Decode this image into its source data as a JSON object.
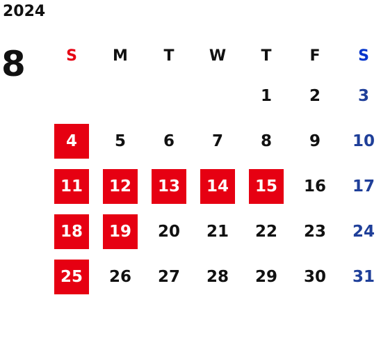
{
  "calendar": {
    "year": "2024",
    "month": "8",
    "weekdays": [
      "S",
      "M",
      "T",
      "W",
      "T",
      "F",
      "S"
    ],
    "weeks": [
      [
        "",
        "",
        "",
        "",
        "1",
        "2",
        "3"
      ],
      [
        "4",
        "5",
        "6",
        "7",
        "8",
        "9",
        "10"
      ],
      [
        "11",
        "12",
        "13",
        "14",
        "15",
        "16",
        "17"
      ],
      [
        "18",
        "19",
        "20",
        "21",
        "22",
        "23",
        "24"
      ],
      [
        "25",
        "26",
        "27",
        "28",
        "29",
        "30",
        "31"
      ]
    ],
    "highlighted_days": [
      "4",
      "11",
      "12",
      "13",
      "14",
      "15",
      "18",
      "19",
      "25"
    ]
  },
  "colors": {
    "sunday_header": "#e60012",
    "saturday_header": "#0033cc",
    "saturday_day": "#1f3f99",
    "highlight_bg": "#e60012",
    "highlight_text": "#ffffff",
    "text": "#111111"
  }
}
